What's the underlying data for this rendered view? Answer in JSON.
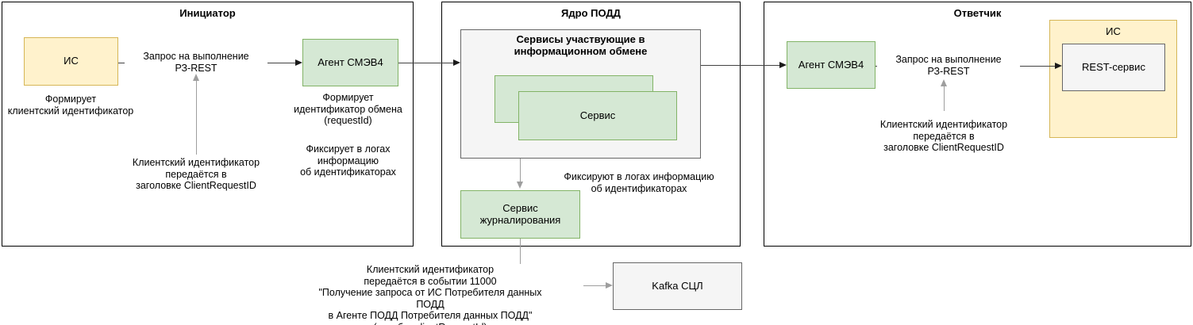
{
  "lanes": {
    "initiator": {
      "title": "Инициатор"
    },
    "core": {
      "title": "Ядро ПОДД"
    },
    "responder": {
      "title": "Ответчик"
    }
  },
  "nodes": {
    "is_initiator": {
      "label": "ИС"
    },
    "agent_initiator": {
      "label": "Агент СМЭВ4"
    },
    "services_group": {
      "title": "Сервисы участвующие в\nинформационном обмене"
    },
    "service_front": {
      "label": "Сервис"
    },
    "logging_service": {
      "label": "Сервис\nжурналирования"
    },
    "agent_responder": {
      "label": "Агент СМЭВ4"
    },
    "is_responder": {
      "label": "ИС"
    },
    "rest_service": {
      "label": "REST-сервис"
    },
    "kafka": {
      "label": "Kafka СЦЛ"
    }
  },
  "edges": {
    "request_initiator": {
      "label": "Запрос на выполнение\nРЗ-REST"
    },
    "request_responder": {
      "label": "Запрос на выполнение\nРЗ-REST"
    }
  },
  "notes": {
    "is_initiator": "Формирует\nклиентский идентификатор",
    "client_id_initiator": "Клиентский идентификатор\nпередаётся в\nзаголовке ClientRequestID",
    "agent_initiator_forms": "Формирует\nидентификатор обмена\n(requestId)",
    "agent_initiator_logs": "Фиксирует в логах\nинформацию\nоб идентификаторах",
    "core_services_logs": "Фиксируют в логах информацию\nоб идентификаторах",
    "client_id_responder": "Клиентский идентификатор\nпередаётся в\nзаголовке ClientRequestID",
    "kafka_event": "Клиентский идентификатор\nпередаётся в событии 11000\n\"Получение запроса от ИС Потребителя данных ПОДД\nв Агенте ПОДД Потребителя данных ПОДД\"\n(атрибут clientRequestId)"
  },
  "colors": {
    "yellow_fill": "#FFF2CC",
    "yellow_border": "#D6B656",
    "green_fill": "#D5E8D4",
    "green_border": "#82B366",
    "gray_fill": "#F5F5F5",
    "gray_border": "#666666",
    "lane_border": "#000000",
    "primary_edge": "#424242",
    "secondary_edge": "#9E9E9E"
  }
}
